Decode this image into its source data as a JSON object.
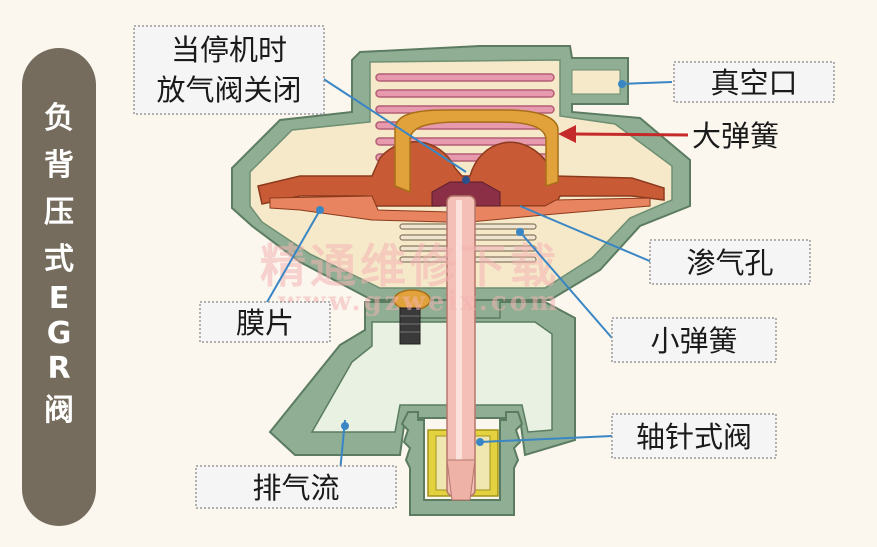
{
  "title": {
    "chars": [
      "负",
      "背",
      "压",
      "式",
      "E",
      "G",
      "R",
      "阀"
    ]
  },
  "labels": {
    "shutdown_line1": "当停机时",
    "shutdown_line2": "放气阀关闭",
    "vacuum_port": "真空口",
    "large_spring": "大弹簧",
    "bleed_hole": "渗气孔",
    "diaphragm": "膜片",
    "small_spring": "小弹簧",
    "pintle_valve": "轴针式阀",
    "exhaust_flow": "排气流"
  },
  "watermark": {
    "cn": "精通维修下载",
    "url": "www.gzweix.com"
  },
  "colors": {
    "title_pill": "#756c5d",
    "housing": "#8fae93",
    "chamber": "#f6e9c9",
    "large_spring": "#e79aae",
    "diaphragm": "#c85a35",
    "plate": "#e2a23b",
    "pintle": "#f3bfb6",
    "yellow_seat": "#e3d13f",
    "arrow_red": "#c42a2a",
    "leader_blue": "#3a86c4"
  }
}
